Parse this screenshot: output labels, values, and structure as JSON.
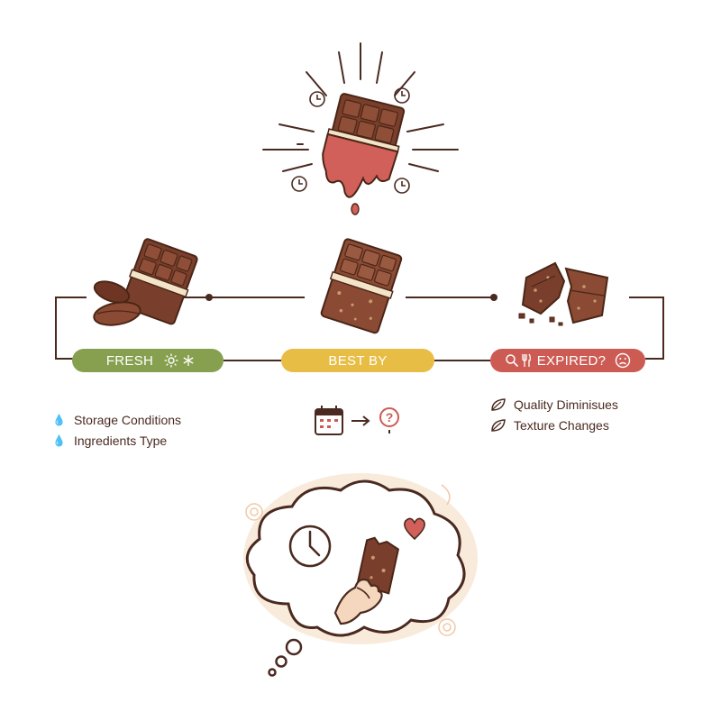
{
  "stages": [
    {
      "label": "FRESH",
      "color": "#86a04f",
      "icons": [
        "sun-icon",
        "snowflake-icon"
      ]
    },
    {
      "label": "BEST BY",
      "color": "#e8bd45",
      "icons": []
    },
    {
      "label": "EXPIRED?",
      "color": "#cc5b53",
      "icons": [
        "search-icon",
        "fork-knife-icon",
        "sad-face-icon"
      ]
    }
  ],
  "fresh_notes": [
    "Storage Conditions",
    "Ingredients Type"
  ],
  "expired_notes": [
    "Quality Diminisues",
    "Texture Changes"
  ],
  "best_by_symbol": "?",
  "colors": {
    "chocolate": "#7a3f2c",
    "chocolate_dark": "#4a2616",
    "wrapper_red": "#d2605a",
    "cream": "#f3e4c9",
    "line": "#4a2a20",
    "halo": "#f6dcc4"
  }
}
